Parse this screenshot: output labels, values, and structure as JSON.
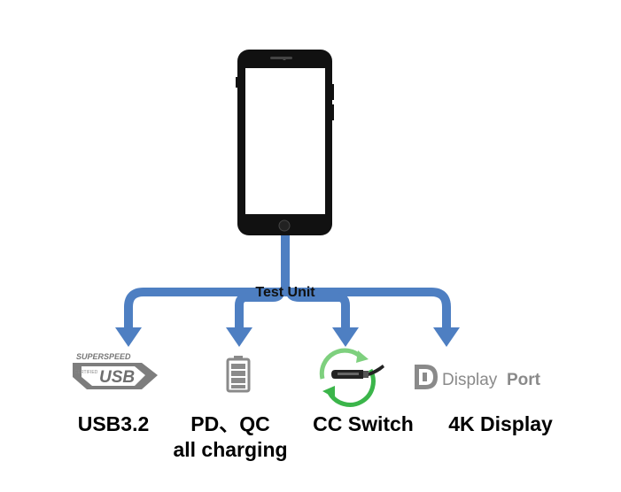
{
  "center_label": "Test Unit",
  "outputs": [
    {
      "label": "USB3.2",
      "icon": "superspeed-usb-logo"
    },
    {
      "label_line1": "PD、QC",
      "label_line2": "all charging",
      "icon": "battery-icon"
    },
    {
      "label": "CC Switch",
      "icon": "usb-c-switch-icon"
    },
    {
      "label": "4K Display",
      "icon": "displayport-logo"
    }
  ],
  "logos": {
    "usb_top": "SUPERSPEED",
    "usb_sub": "CERTIFIED",
    "usb_main": "USB",
    "dp_text_a": "Display",
    "dp_text_b": "Port"
  },
  "colors": {
    "arrow": "#4e7fc2",
    "phone": "#111111",
    "green": "#3bb54a",
    "gray_logo": "#8a8a8a"
  }
}
